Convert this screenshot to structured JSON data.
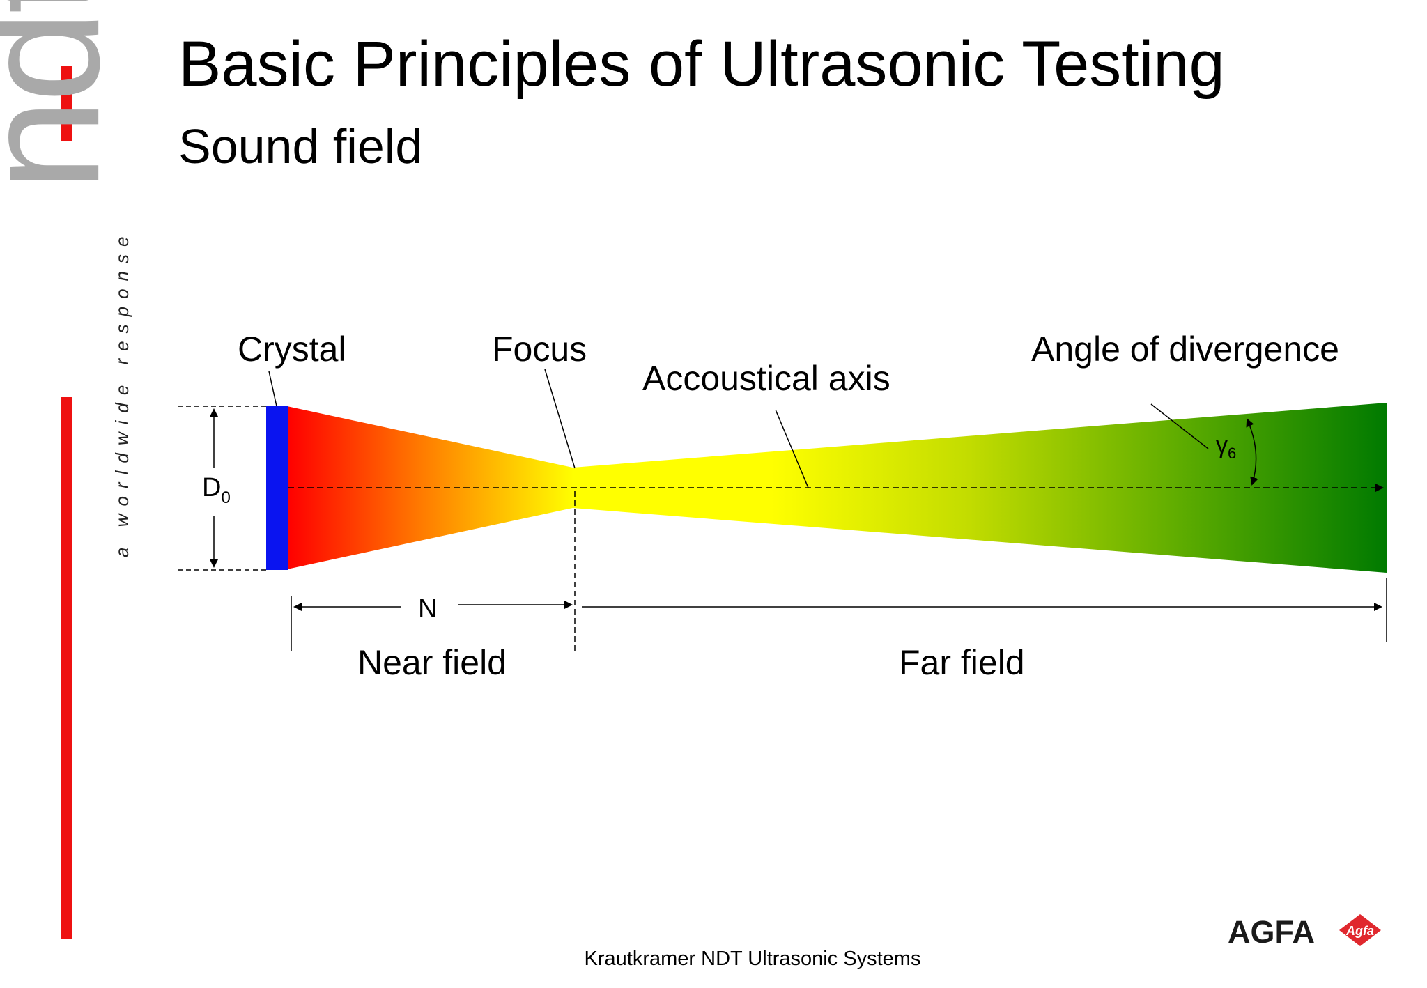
{
  "title": "Basic Principles of Ultrasonic Testing",
  "subtitle": "Sound field",
  "brand": {
    "logo_text": "ndt",
    "tagline": "a worldwide response"
  },
  "diagram": {
    "labels": {
      "crystal": "Crystal",
      "focus": "Focus",
      "acoustical_axis": "Accoustical axis",
      "angle_of_divergence": "Angle of divergence",
      "diameter_symbol": "D",
      "diameter_subscript": "0",
      "near_field_length_symbol": "N",
      "near_field": "Near field",
      "far_field": "Far field",
      "angle_symbol": "γ",
      "angle_subscript": "6"
    },
    "colors": {
      "crystal": "#0a14f0",
      "beam_start": "#ff0000",
      "beam_mid": "#ffff00",
      "beam_end": "#007a00"
    }
  },
  "footer": {
    "text": "Krautkramer NDT Ultrasonic Systems"
  },
  "logo": {
    "text": "AGFA",
    "emblem_text": "Agfa",
    "emblem_color": "#e0282e"
  }
}
